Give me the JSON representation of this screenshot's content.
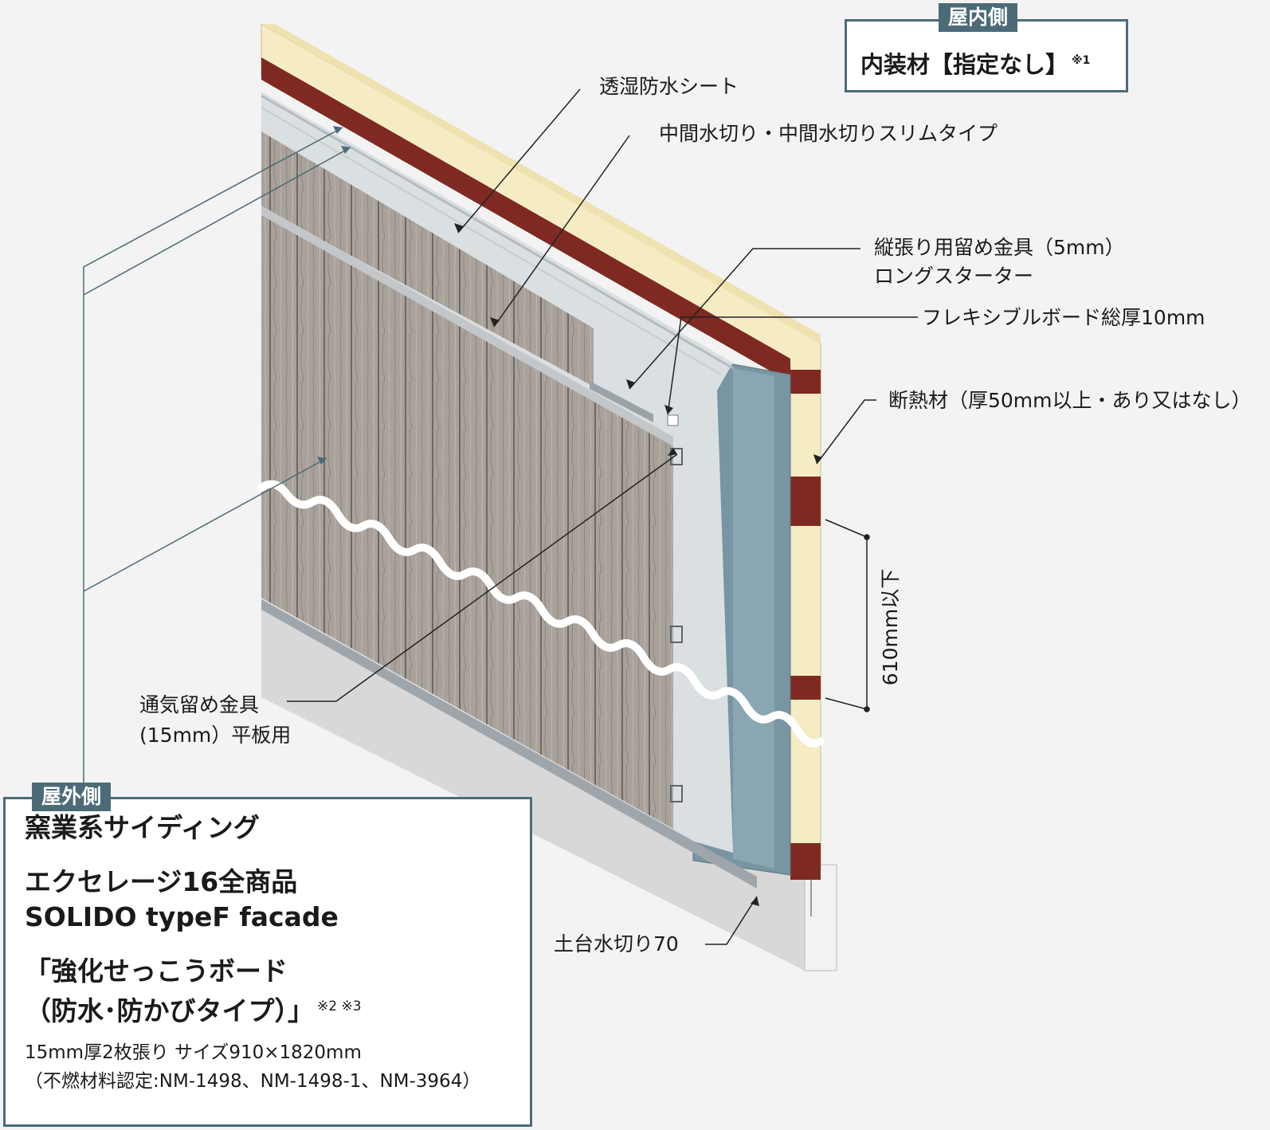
{
  "inside": {
    "tag": "屋内側",
    "material": "内装材【指定なし】",
    "note": "※1"
  },
  "outside": {
    "tag": "屋外側",
    "line1": "窯業系サイディング",
    "line2": "エクセレージ16全商品",
    "line3": "SOLIDO typeF facade",
    "line4": "「強化せっこうボード",
    "line5": "（防水･防かびタイプ）」",
    "line5_note": "※2 ※3",
    "line6": "15mm厚2枚張り サイズ910×1820mm",
    "line7": "（不燃材料認定:NM-1498、NM-1498-1、NM-3964）"
  },
  "labels": {
    "moisture_sheet": "透湿防水シート",
    "mid_flashing": "中間水切り・中間水切りスリムタイプ",
    "vertical_fastener": "縦張り用留め金具（5mm）",
    "long_starter": "ロングスターター",
    "flexible_board": "フレキシブルボード総厚10mm",
    "insulation": "断熱材（厚50mm以上・あり又はなし）",
    "spacing": "610mm以下",
    "vent_fastener_1": "通気留め金具",
    "vent_fastener_2": "(15mm）平板用",
    "base_flashing": "土台水切り70"
  },
  "colors": {
    "accent": "#4c6b78",
    "siding": "#a9a29b",
    "steel": "#7e2a22",
    "wood": "#f6ecc4",
    "board": "#7795a2",
    "sheet": "#dadfe2",
    "foundation": "#d8d8d8"
  }
}
